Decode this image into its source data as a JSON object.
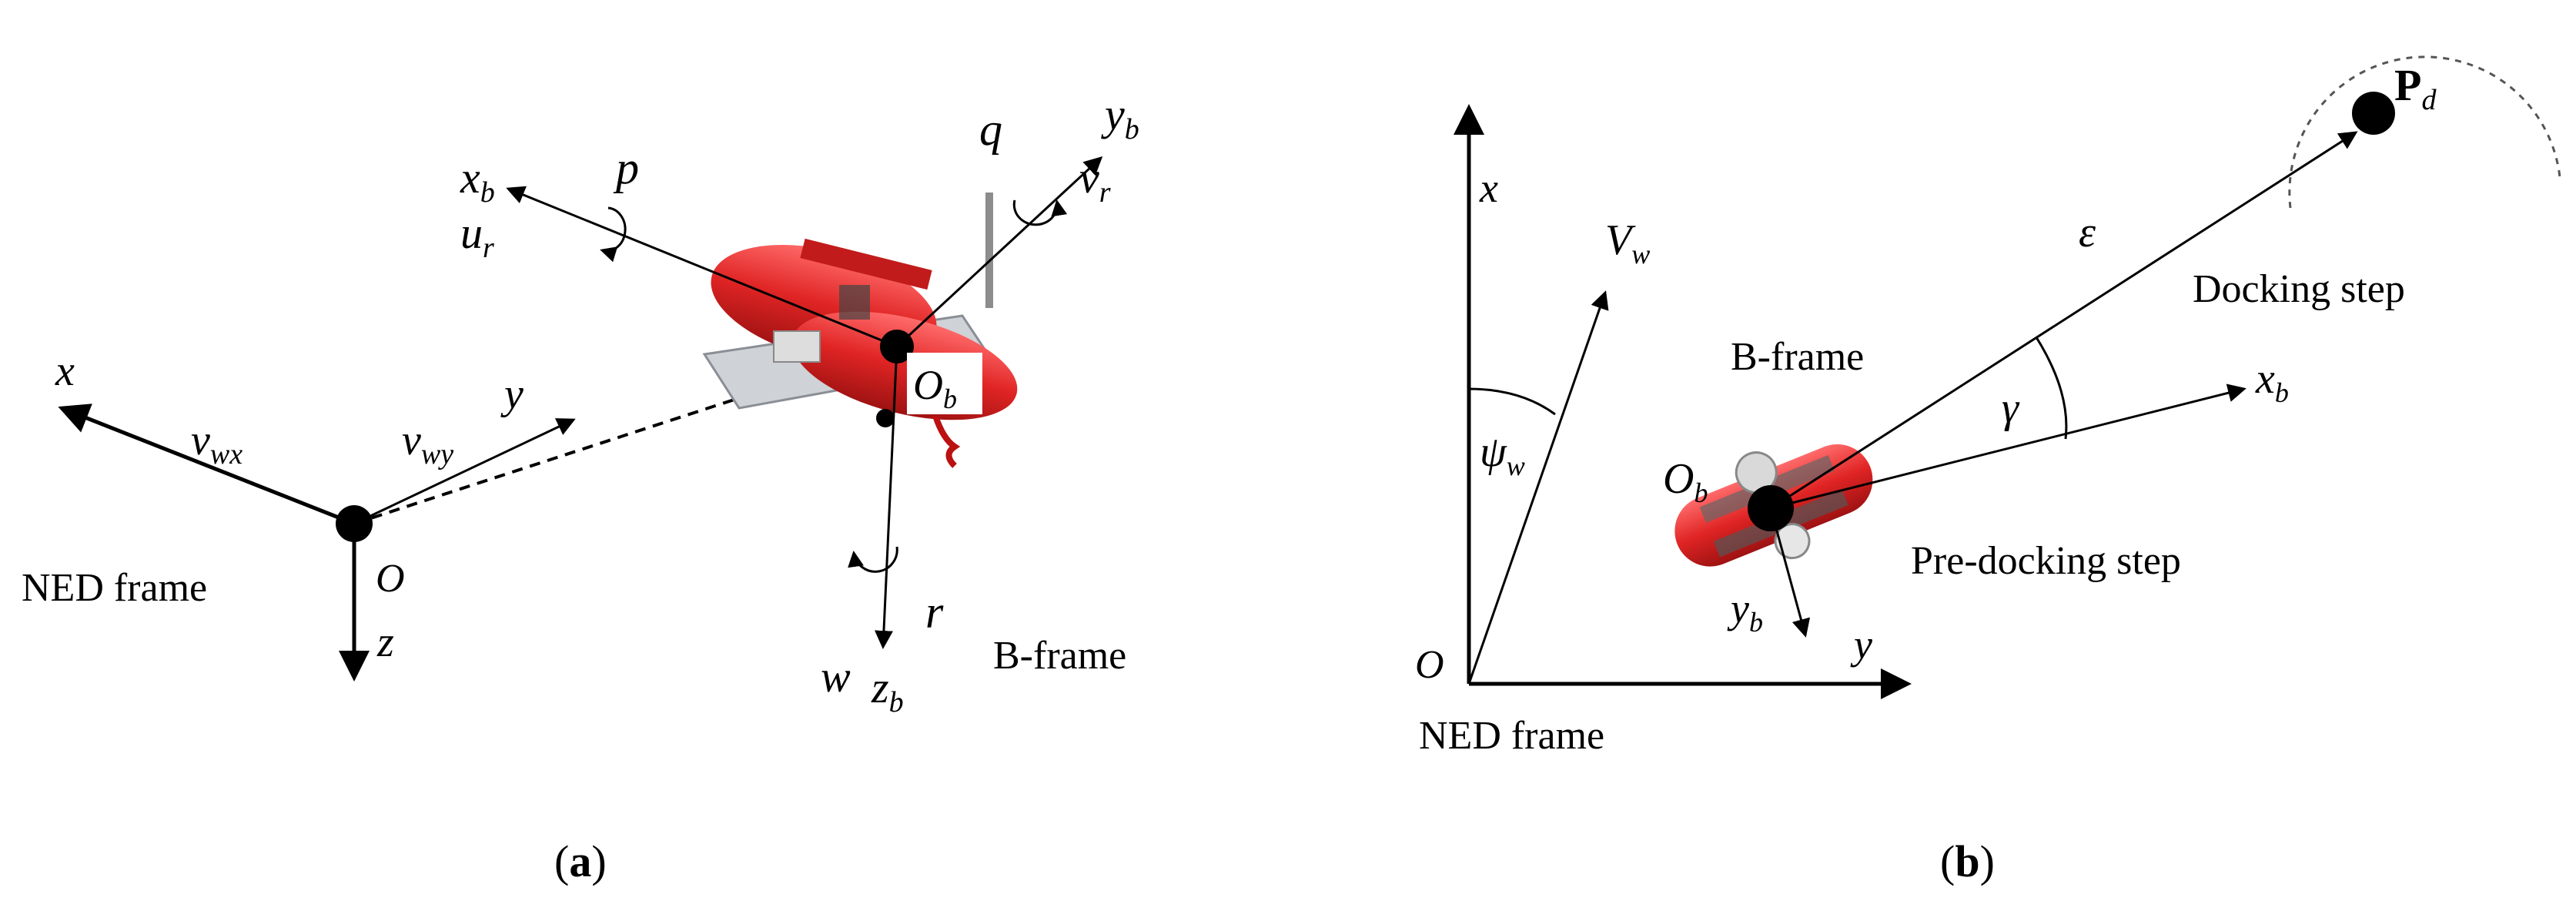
{
  "panel_a": {
    "ned_axis_x": "x",
    "ned_axis_y": "y",
    "ned_axis_z": "z",
    "origin": "O",
    "ned_frame_label": "NED frame",
    "v_wx": {
      "base": "v",
      "sub": "wx"
    },
    "v_wy": {
      "base": "v",
      "sub": "wy"
    },
    "body_origin": {
      "base": "O",
      "sub": "b"
    },
    "x_b": {
      "base": "x",
      "sub": "b"
    },
    "u_r": {
      "base": "u",
      "sub": "r"
    },
    "p": "p",
    "y_b": {
      "base": "y",
      "sub": "b"
    },
    "v_r": {
      "base": "v",
      "sub": "r"
    },
    "q": "q",
    "r": "r",
    "w": "w",
    "z_b": {
      "base": "z",
      "sub": "b"
    },
    "b_frame_label": "B-frame",
    "caption": {
      "open": "(",
      "letter": "a",
      "close": ")"
    }
  },
  "panel_b": {
    "axis_x": "x",
    "axis_y": "y",
    "origin": "O",
    "ned_frame_label": "NED frame",
    "v_w": {
      "base": "V",
      "sub": "w"
    },
    "psi_w": {
      "base": "ψ",
      "sub": "w"
    },
    "b_frame_label": "B-frame",
    "body_origin": {
      "base": "O",
      "sub": "b"
    },
    "x_b": {
      "base": "x",
      "sub": "b"
    },
    "y_b": {
      "base": "y",
      "sub": "b"
    },
    "epsilon": "ε",
    "gamma": "γ",
    "p_d": {
      "base": "P",
      "sub": "d"
    },
    "docking_step": "Docking step",
    "pre_docking_step": "Pre-docking step",
    "caption": {
      "open": "(",
      "letter": "b",
      "close": ")"
    }
  }
}
